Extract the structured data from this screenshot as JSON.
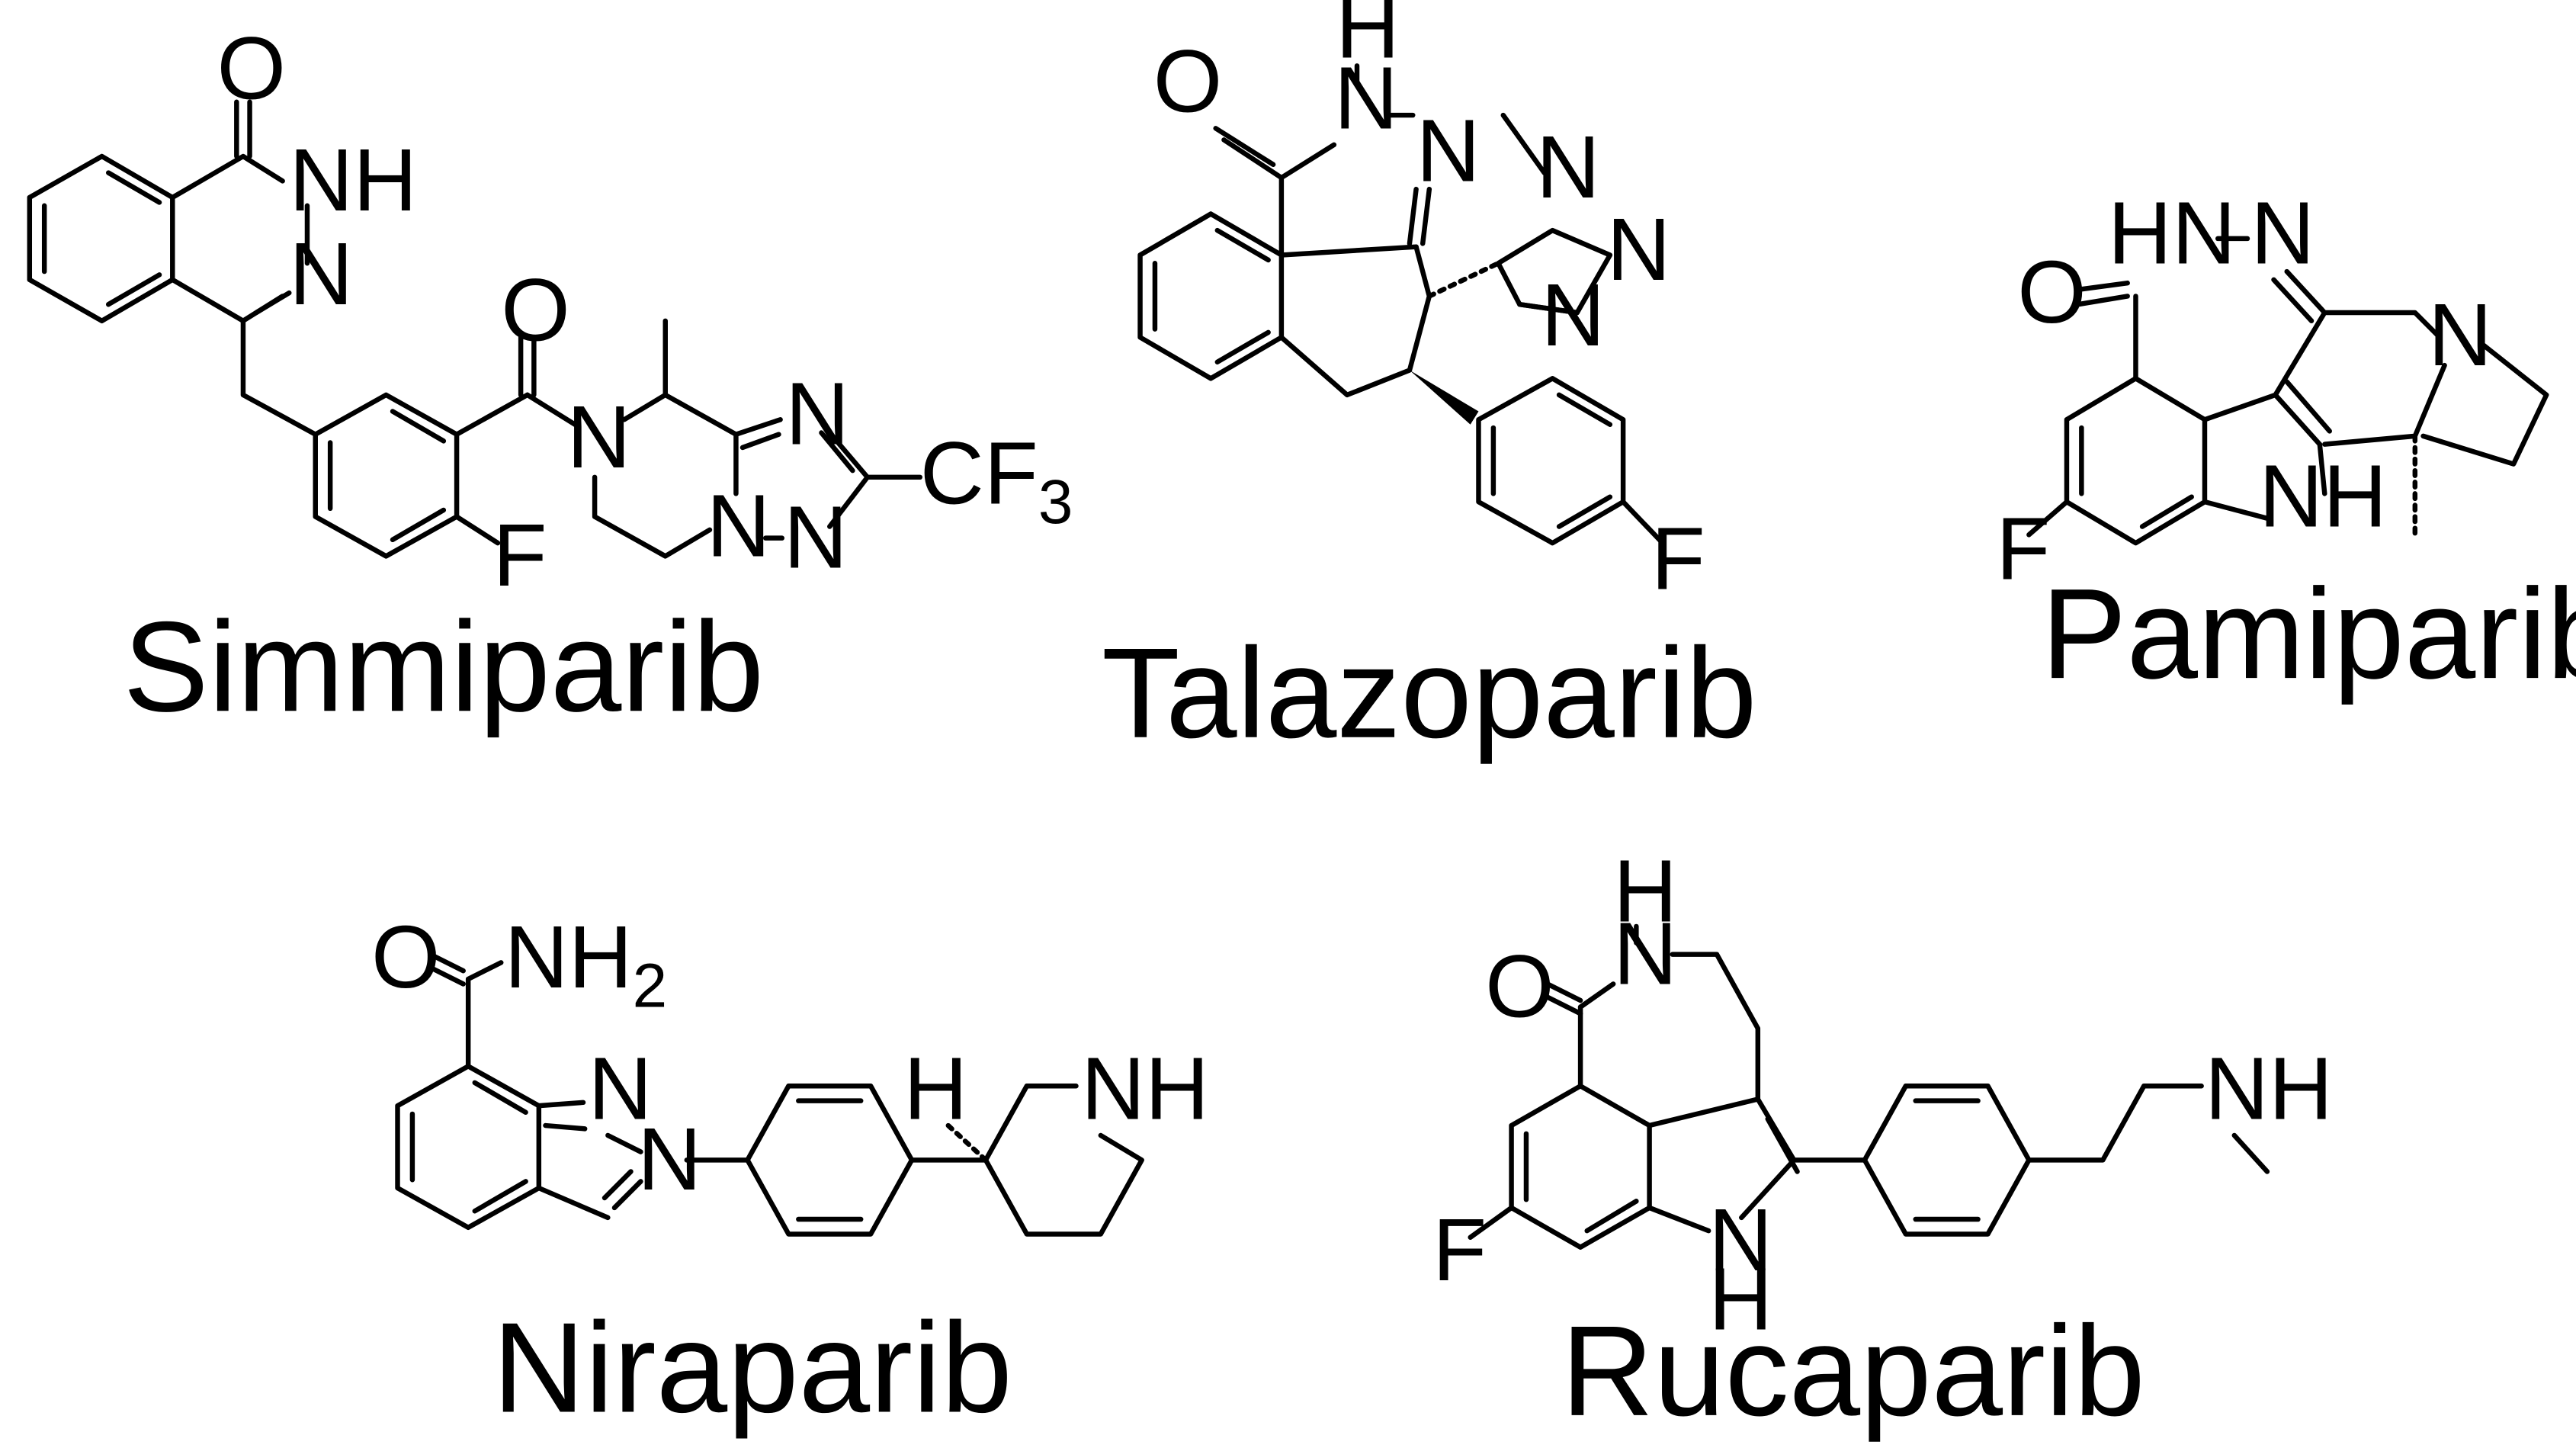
{
  "compounds": [
    {
      "name": "Simmiparib"
    },
    {
      "name": "Talazoparib"
    },
    {
      "name": "Pamiparib"
    },
    {
      "name": "Niraparib"
    },
    {
      "name": "Rucaparib"
    }
  ],
  "atoms": {
    "O": "O",
    "N": "N",
    "H": "H",
    "NH": "NH",
    "HN": "HN",
    "F": "F",
    "C": "C",
    "CF": "CF",
    "NH2": "NH",
    "two": "2",
    "three": "3"
  },
  "colors": {
    "ink": "#000000",
    "background": "#ffffff"
  }
}
